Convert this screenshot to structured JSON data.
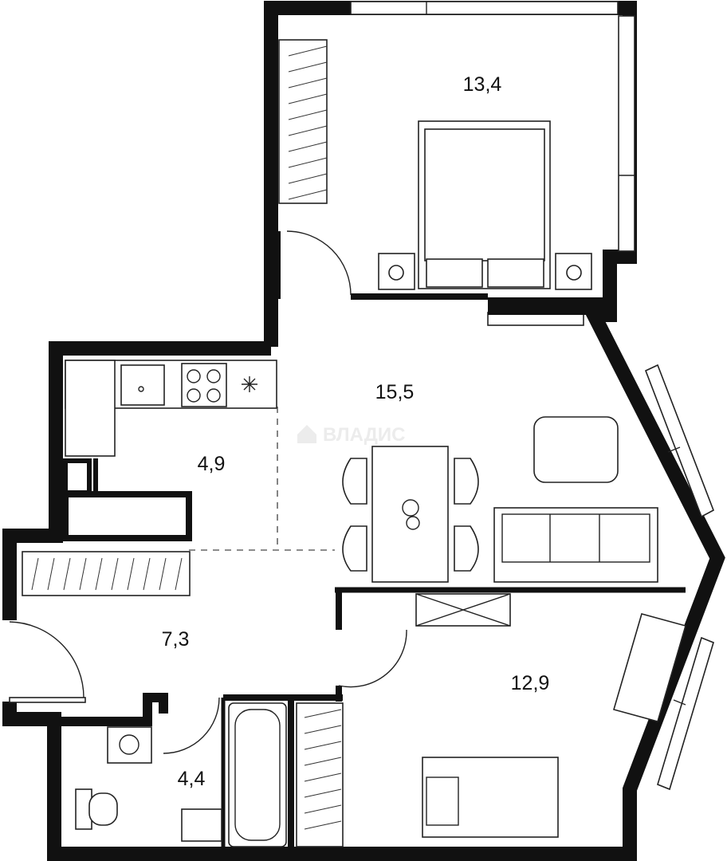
{
  "rooms": [
    {
      "name": "bedroom-1",
      "area": "13,4"
    },
    {
      "name": "living-room",
      "area": "15,5"
    },
    {
      "name": "kitchen",
      "area": "4,9"
    },
    {
      "name": "hallway",
      "area": "7,3"
    },
    {
      "name": "bedroom-2",
      "area": "12,9"
    },
    {
      "name": "bathroom",
      "area": "4,4"
    }
  ],
  "watermark": "ВЛАДИС",
  "colors": {
    "wall": "#111111",
    "background": "#ffffff"
  }
}
